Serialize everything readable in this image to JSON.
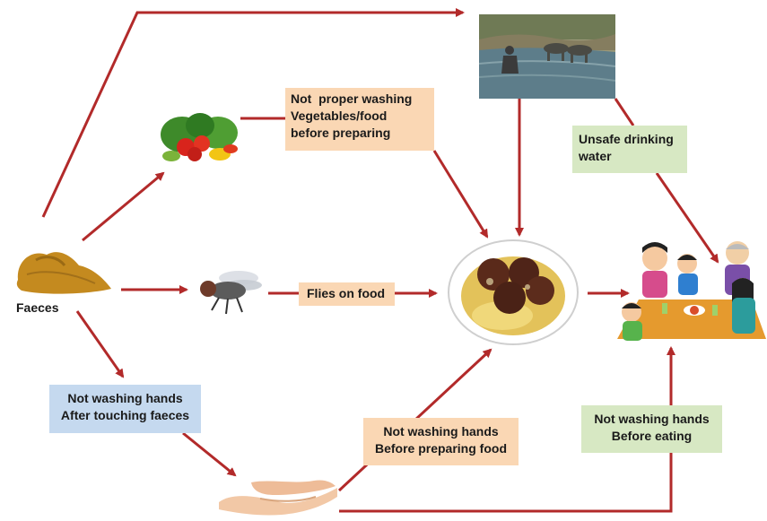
{
  "labels": {
    "faeces": "Faeces",
    "not_proper_washing_line1": "Not  proper washing",
    "not_proper_washing_line2": "Vegetables/food",
    "not_proper_washing_line3": "before preparing",
    "unsafe_water_line1": "Unsafe drinking",
    "unsafe_water_line2": "water",
    "flies_on_food": "Flies on food",
    "not_washing_after_faeces_line1": "Not washing hands",
    "not_washing_after_faeces_line2": "After touching faeces",
    "not_washing_before_preparing_line1": "Not washing hands",
    "not_washing_before_preparing_line2": "Before preparing food",
    "not_washing_before_eating_line1": "Not washing hands",
    "not_washing_before_eating_line2": "Before eating"
  },
  "colors": {
    "arrow": "#b22a2a",
    "orange_box": "#fad7b4",
    "green_box": "#d7e8c3",
    "blue_box": "#c5d9ef"
  }
}
